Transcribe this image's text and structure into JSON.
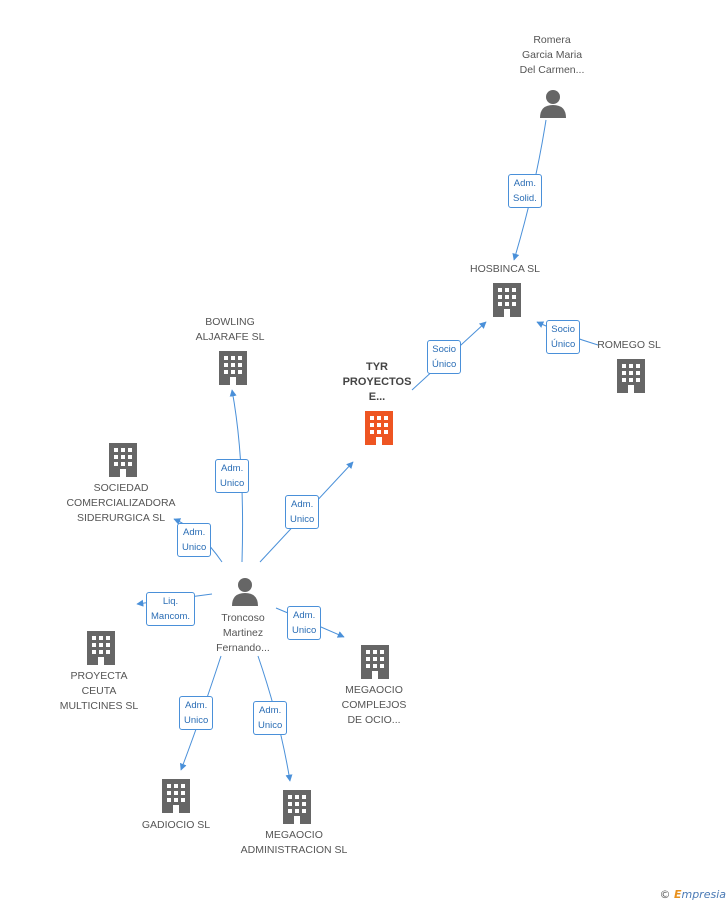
{
  "colors": {
    "edge": "#4a90d9",
    "node_gray": "#666666",
    "node_highlight": "#ee5522"
  },
  "nodes": {
    "romera": {
      "type": "person",
      "lines": [
        "Romera",
        "Garcia Maria",
        "Del Carmen..."
      ]
    },
    "hosbinca": {
      "type": "company",
      "lines": [
        "HOSBINCA SL"
      ]
    },
    "romego": {
      "type": "company",
      "lines": [
        "ROMEGO SL"
      ]
    },
    "tyr": {
      "type": "company",
      "highlight": true,
      "lines": [
        "TYR",
        "PROYECTOS",
        "E..."
      ]
    },
    "bowling": {
      "type": "company",
      "lines": [
        "BOWLING",
        "ALJARAFE SL"
      ]
    },
    "sociedad": {
      "type": "company",
      "lines": [
        "SOCIEDAD",
        "COMERCIALIZADORA",
        "SIDERURGICA SL"
      ]
    },
    "troncoso": {
      "type": "person",
      "lines": [
        "Troncoso",
        "Martinez",
        "Fernando..."
      ]
    },
    "proyecta": {
      "type": "company",
      "lines": [
        "PROYECTA",
        "CEUTA",
        "MULTICINES  SL"
      ]
    },
    "megaocio_complejos": {
      "type": "company",
      "lines": [
        "MEGAOCIO",
        "COMPLEJOS",
        "DE OCIO..."
      ]
    },
    "gadiocio": {
      "type": "company",
      "lines": [
        "GADIOCIO SL"
      ]
    },
    "megaocio_admin": {
      "type": "company",
      "lines": [
        "MEGAOCIO",
        "ADMINISTRACION SL"
      ]
    }
  },
  "relations": {
    "romera_hosbinca": [
      "Adm.",
      "Solid."
    ],
    "tyr_hosbinca": [
      "Socio",
      "Único"
    ],
    "romego_hosbinca": [
      "Socio",
      "Único"
    ],
    "troncoso_bowling": [
      "Adm.",
      "Unico"
    ],
    "troncoso_tyr": [
      "Adm.",
      "Unico"
    ],
    "troncoso_sociedad": [
      "Adm.",
      "Unico"
    ],
    "troncoso_proyecta": [
      "Liq.",
      "Mancom."
    ],
    "troncoso_megaocio_complejos": [
      "Adm.",
      "Unico"
    ],
    "troncoso_gadiocio": [
      "Adm.",
      "Unico"
    ],
    "troncoso_megaocio_admin": [
      "Adm.",
      "Unico"
    ]
  },
  "brand": {
    "copyright": "©",
    "e": "E",
    "rest": "mpresia"
  }
}
